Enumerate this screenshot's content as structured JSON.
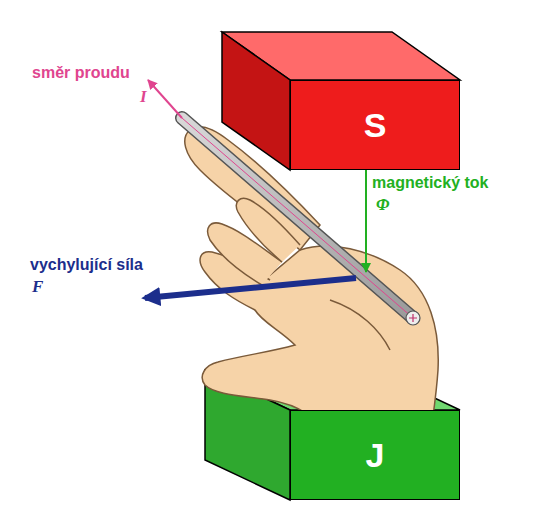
{
  "diagram": {
    "nodes": [
      {
        "text": [
          "S"
        ]
      },
      {
        "text": [
          "J"
        ]
      }
    ],
    "labels": [
      "směr proudu",
      "I",
      "magnetický tok",
      "Φ",
      "vychylující síla",
      "F"
    ]
  }
}
